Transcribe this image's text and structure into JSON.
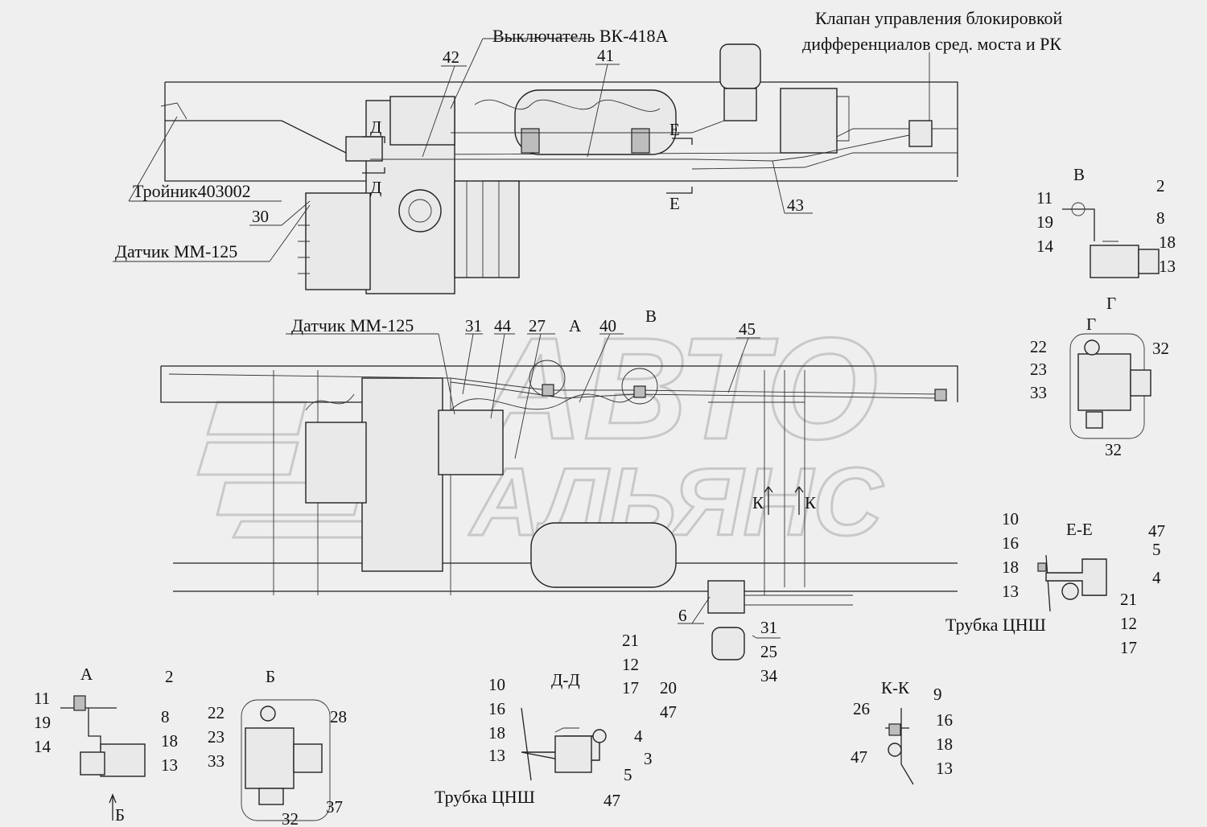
{
  "labels": {
    "switch_vk418a": "Выключатель ВК-418А",
    "valve_line1": "Клапан управления блокировкой",
    "valve_line2": "дифференциалов сред. моста и РК",
    "tee": "Тройник403002",
    "sensor_top": "Датчик ММ-125",
    "sensor_mid": "Датчик ММ-125",
    "tube_dd": "Трубка ЦНШ",
    "tube_ee": "Трубка ЦНШ"
  },
  "section_letters": {
    "d_upper": "Д",
    "d_lower": "Д",
    "e_upper": "Е",
    "e_lower": "Е",
    "a_mid": "А",
    "v_mid": "В",
    "k_left": "К",
    "k_right": "К",
    "v_right": "В",
    "g_arrow": "Г",
    "g_title": "Г",
    "b_arrow": "Б"
  },
  "views": {
    "v": "В",
    "g": "Г",
    "ee": "Е-Е",
    "a": "А",
    "b": "Б",
    "dd": "Д-Д",
    "kk": "К-К"
  },
  "watermark": {
    "line1": "АВТО",
    "line2": "АЛЬЯНС"
  },
  "callouts": {
    "top_42": "42",
    "top_41": "41",
    "top_43": "43",
    "top_30": "30",
    "mid_31": "31",
    "mid_44": "44",
    "mid_27": "27",
    "mid_40": "40",
    "mid_45": "45",
    "bot_6": "6",
    "bot_31": "31",
    "bot_25": "25",
    "bot_34": "34",
    "v_11": "11",
    "v_19": "19",
    "v_14": "14",
    "v_2": "2",
    "v_8": "8",
    "v_18": "18",
    "v_13": "13",
    "g_22": "22",
    "g_23": "23",
    "g_33": "33",
    "g_32a": "32",
    "g_32b": "32",
    "ee_10": "10",
    "ee_16": "16",
    "ee_18": "18",
    "ee_13": "13",
    "ee_47": "47",
    "ee_5": "5",
    "ee_4": "4",
    "ee_21": "21",
    "ee_12": "12",
    "ee_17": "17",
    "a_11": "11",
    "a_19": "19",
    "a_14": "14",
    "a_2": "2",
    "a_8": "8",
    "a_18": "18",
    "a_13": "13",
    "b_22": "22",
    "b_23": "23",
    "b_33": "33",
    "b_28": "28",
    "b_32": "32",
    "b_37": "37",
    "dd_10": "10",
    "dd_16": "16",
    "dd_18": "18",
    "dd_13": "13",
    "dd_21": "21",
    "dd_12": "12",
    "dd_17": "17",
    "dd_20": "20",
    "dd_47b": "47",
    "dd_4": "4",
    "dd_3": "3",
    "dd_5": "5",
    "dd_47": "47",
    "kk_26": "26",
    "kk_9": "9",
    "kk_16": "16",
    "kk_18": "18",
    "kk_13": "13",
    "kk_47": "47"
  }
}
